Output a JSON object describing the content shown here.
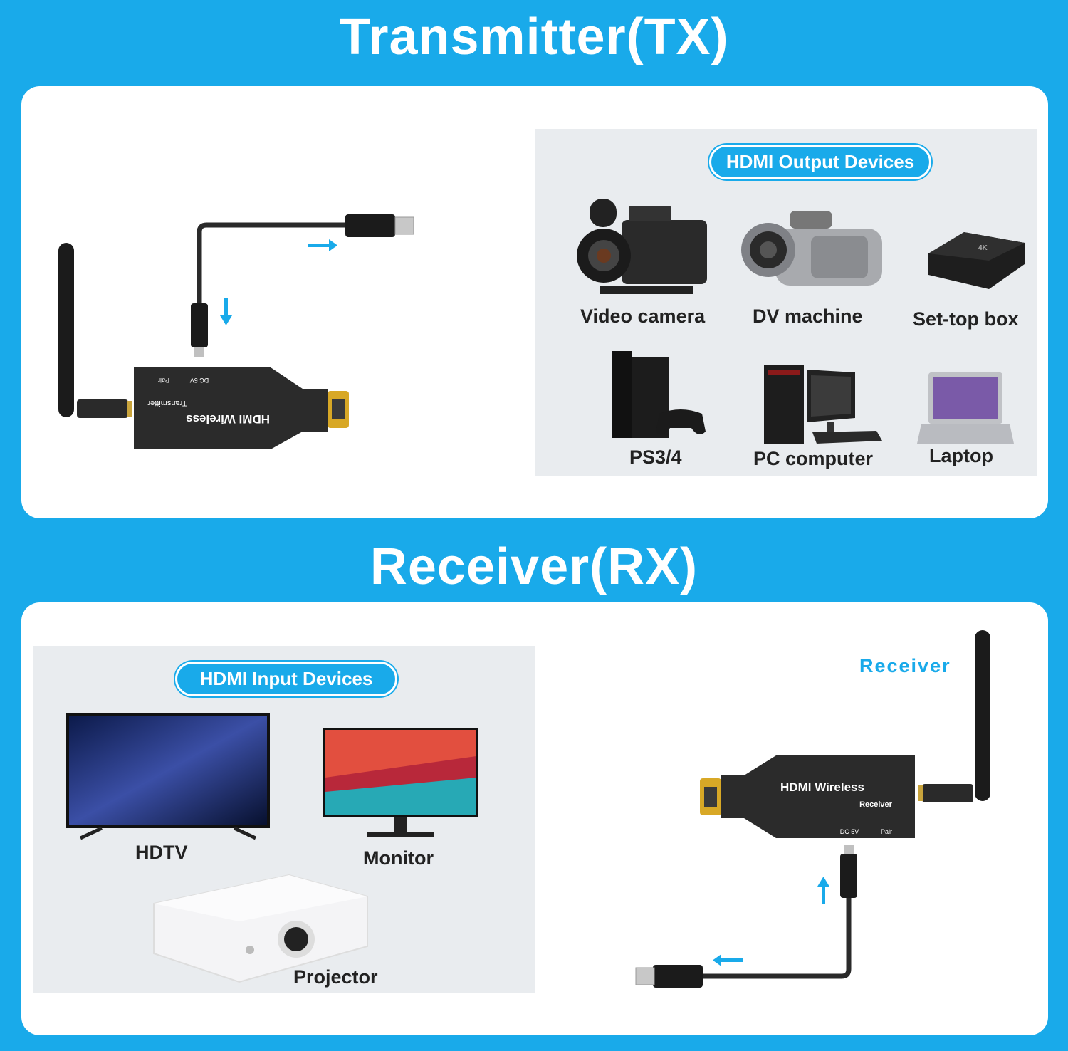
{
  "transmitter": {
    "title": "Transmitter(TX)",
    "device_text_main": "HDMI Wireless",
    "device_text_sub": "Transmitter",
    "port_dc": "DC 5V",
    "port_pair": "Pair",
    "output_devices": {
      "heading": "HDMI Output Devices",
      "items": [
        "Video camera",
        "DV machine",
        "Set-top box",
        "PS3/4",
        "PC computer",
        "Laptop"
      ]
    }
  },
  "receiver": {
    "title": "Receiver(RX)",
    "label": "Receiver",
    "device_text_main": "HDMI Wireless",
    "device_text_sub": "Receiver",
    "port_dc": "DC 5V",
    "port_pair": "Pair",
    "input_devices": {
      "heading": "HDMI Input Devices",
      "items": [
        "HDTV",
        "Monitor",
        "Projector"
      ]
    }
  },
  "colors": {
    "accent": "#19aaea",
    "background_panel": "#ffffff",
    "device_box": "#e9ecef"
  },
  "icons": [
    "antenna-icon",
    "usb-plug-icon",
    "hdmi-plug-icon",
    "arrow-icon",
    "camera-icon",
    "camcorder-icon",
    "settop-box-icon",
    "console-icon",
    "desktop-pc-icon",
    "laptop-icon",
    "tv-icon",
    "monitor-icon",
    "projector-icon"
  ]
}
